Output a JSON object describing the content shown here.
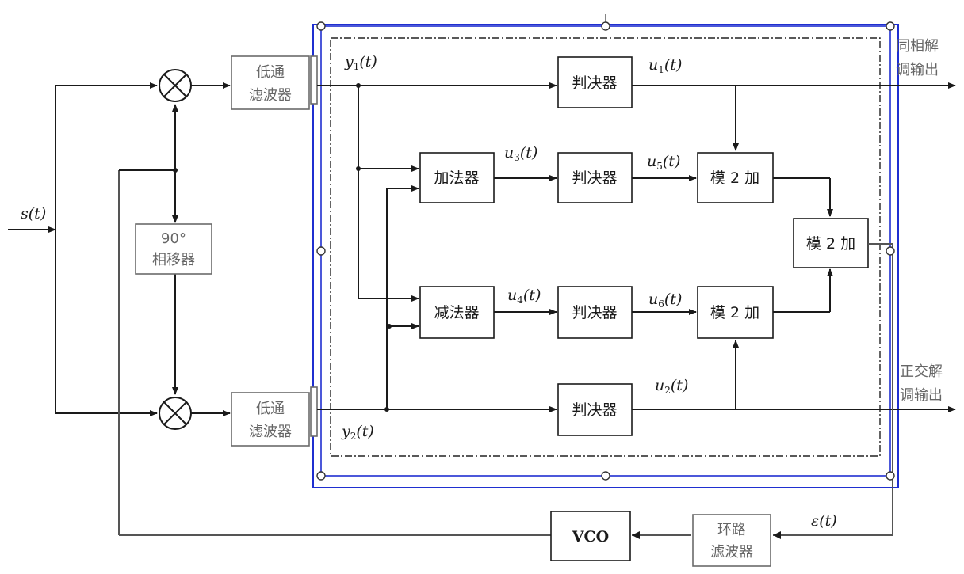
{
  "blocks": {
    "lpf_top": [
      "低通",
      "滤波器"
    ],
    "lpf_bottom": [
      "低通",
      "滤波器"
    ],
    "phase_shifter": [
      "90°",
      "相移器"
    ],
    "decider_1": "判决器",
    "decider_2": "判决器",
    "decider_3": "判决器",
    "decider_4": "判决器",
    "adder": "加法器",
    "subtractor": "减法器",
    "mod2_a": "模 2 加",
    "mod2_b": "模 2 加",
    "mod2_c": "模 2 加",
    "vco": "VCO",
    "loop_filter": [
      "环路",
      "滤波器"
    ]
  },
  "signals": {
    "input": {
      "base": "s",
      "sub": "",
      "arg": "(t)"
    },
    "y1": {
      "base": "y",
      "sub": "1",
      "arg": "(t)"
    },
    "y2": {
      "base": "y",
      "sub": "2",
      "arg": "(t)"
    },
    "u1": {
      "base": "u",
      "sub": "1",
      "arg": "(t)"
    },
    "u2": {
      "base": "u",
      "sub": "2",
      "arg": "(t)"
    },
    "u3": {
      "base": "u",
      "sub": "3",
      "arg": "(t)"
    },
    "u4": {
      "base": "u",
      "sub": "4",
      "arg": "(t)"
    },
    "u5": {
      "base": "u",
      "sub": "5",
      "arg": "(t)"
    },
    "u6": {
      "base": "u",
      "sub": "6",
      "arg": "(t)"
    },
    "error": {
      "base": "ε",
      "sub": "",
      "arg": "(t)"
    }
  },
  "outputs": {
    "in_phase": [
      "同相解",
      "调输出"
    ],
    "quadrature": [
      "正交解",
      "调输出"
    ]
  },
  "colors": {
    "line": "#1a1a1a",
    "gray": "#6a6a6a",
    "selection": "#1f2fd0"
  }
}
